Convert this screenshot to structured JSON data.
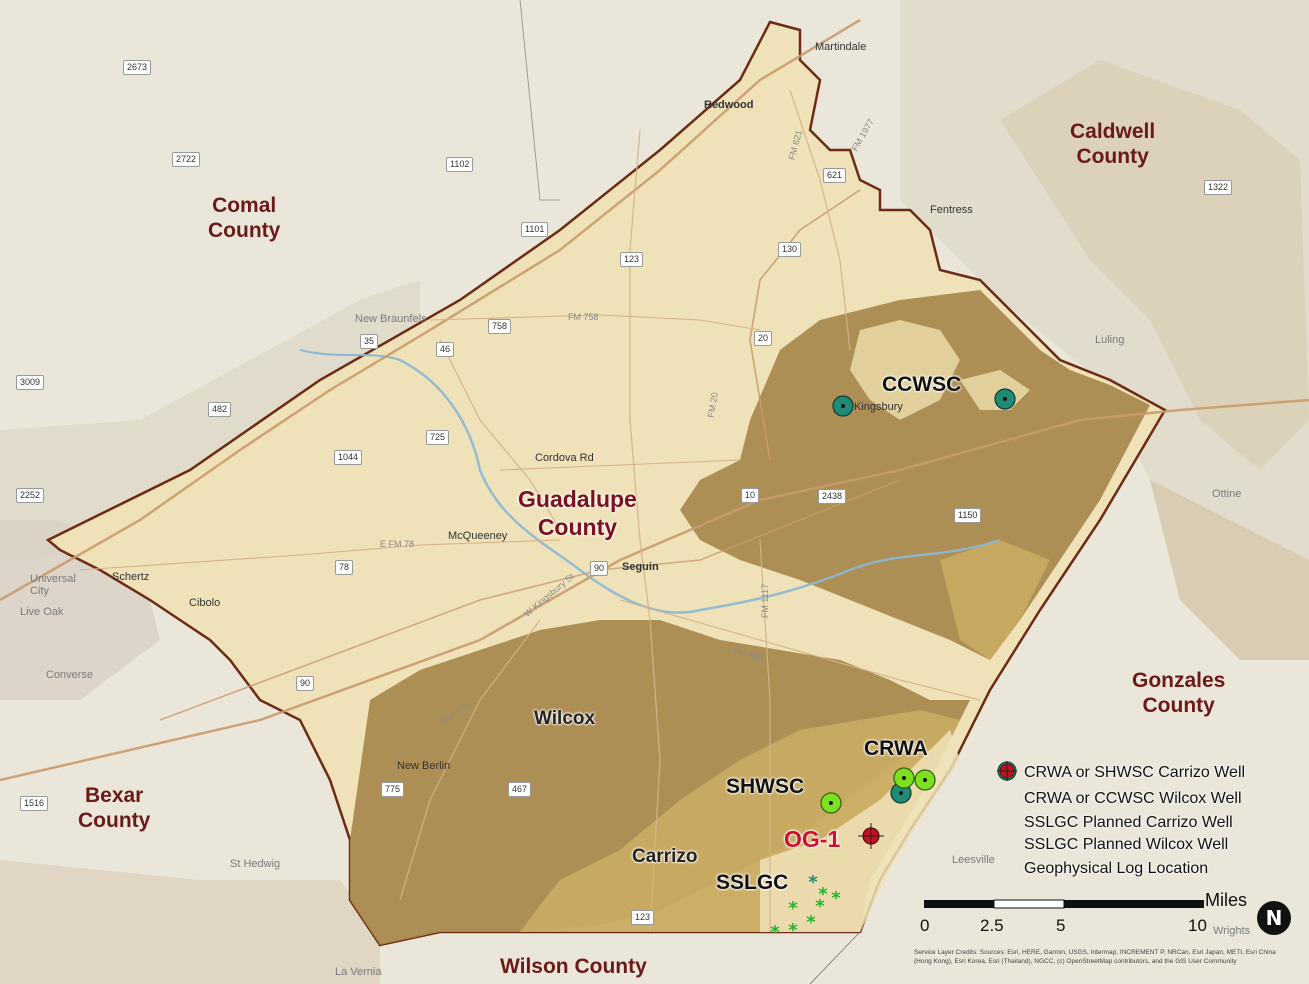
{
  "counties": {
    "comal": "Comal\nCounty",
    "caldwell": "Caldwell\nCounty",
    "guadalupe": "Guadalupe\nCounty",
    "gonzales": "Gonzales\nCounty",
    "bexar": "Bexar\nCounty",
    "wilson": "Wilson County"
  },
  "towns": {
    "martindale": "Martindale",
    "redwood": "Redwood",
    "fentress": "Fentress",
    "new_braunfels": "New Braunfels",
    "luling": "Luling",
    "kingsbury": "Kingsbury",
    "cordova_rd": "Cordova Rd",
    "mcqueeney": "McQueeney",
    "seguin": "Seguin",
    "ottine": "Ottine",
    "universal_city": "Universal City",
    "schertz": "Schertz",
    "cibolo": "Cibolo",
    "live_oak": "Live Oak",
    "converse": "Converse",
    "new_berlin": "New Berlin",
    "st_hedwig": "St Hedwig",
    "leesville": "Leesville",
    "la_vernia": "La Vernia",
    "wrights": "Wrights"
  },
  "roads": [
    "2673",
    "2722",
    "1102",
    "1101",
    "621",
    "130",
    "123",
    "758",
    "46",
    "20",
    "725",
    "1044",
    "10",
    "90",
    "2438",
    "1150",
    "78",
    "467",
    "775",
    "123",
    "35",
    "482",
    "2252",
    "3009",
    "1516",
    "1322",
    "90"
  ],
  "road_names": {
    "fm758": "FM 758",
    "fm20": "FM 20",
    "fm466": "FM 466",
    "fm775": "FM 775",
    "fm1117": "FM 1117",
    "fm2438": "FM 2438",
    "e_fm78": "E FM 78",
    "w_kingsbury": "W Kingsbury St",
    "fm621": "FM 621",
    "fm1977": "FM 1977"
  },
  "geology": {
    "wilcox": "Wilcox",
    "carrizo": "Carrizo"
  },
  "well_groups": {
    "ccwsc": "CCWSC",
    "crwa": "CRWA",
    "shwsc": "SHWSC",
    "og1": "OG-1",
    "sslgc": "SSLGC"
  },
  "legend": [
    {
      "icon": "green-circle-icon",
      "label": "CRWA or SHWSC Carrizo Well",
      "color": "#7de021"
    },
    {
      "icon": "teal-circle-icon",
      "label": "CRWA or CCWSC Wilcox Well",
      "color": "#1f8a76"
    },
    {
      "icon": "green-asterisk-icon",
      "label": "SSLGC Planned Carrizo Well",
      "color": "#25b22e"
    },
    {
      "icon": "teal-asterisk-icon",
      "label": "SSLGC Planned Wilcox Well",
      "color": "#1f8a76"
    },
    {
      "icon": "red-circle-icon",
      "label": "Geophysical Log Location",
      "color": "#c4131f"
    }
  ],
  "scale": {
    "labels": [
      "0",
      "2.5",
      "5",
      "10"
    ],
    "unit": "Miles"
  },
  "credits": "Service Layer Credits: Sources: Esri, HERE, Garmin, USGS, Intermap, INCREMENT P, NRCan, Esri Japan, METI, Esri China (Hong Kong), Esri Korea, Esri (Thailand), NGCC, (c) OpenStreetMap contributors, and the GIS User Community",
  "colors": {
    "county_fill": "#efe2b8",
    "wilcox_fill": "#a9894f",
    "carrizo_fill": "#c9ab62",
    "county_border": "#6b2b14"
  }
}
